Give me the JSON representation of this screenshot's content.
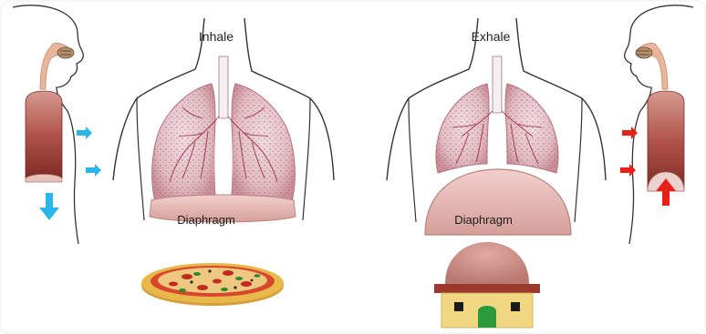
{
  "diagram": {
    "inhale": {
      "title": "Inhale",
      "diaphragm_label": "Diaphragm"
    },
    "exhale": {
      "title": "Exhale",
      "diaphragm_label": "Diaphragm"
    }
  },
  "colors": {
    "inhale_arrow": "#29b6e8",
    "exhale_arrow": "#e8201a",
    "lung_tissue": "#e2c2c8",
    "lung_vessels": "#9a2a40",
    "diaphragm": "#e6b8b4",
    "thorax_fill": "#a8473e",
    "pizza_crust": "#e8b84a",
    "pizza_sauce": "#d8472c",
    "house_roof": "#c9897f",
    "house_wall": "#f2d783",
    "house_door": "#2a9a3a"
  },
  "icons": {
    "inhale_mnemonic": "pizza-icon",
    "exhale_mnemonic": "domed-house-icon"
  }
}
